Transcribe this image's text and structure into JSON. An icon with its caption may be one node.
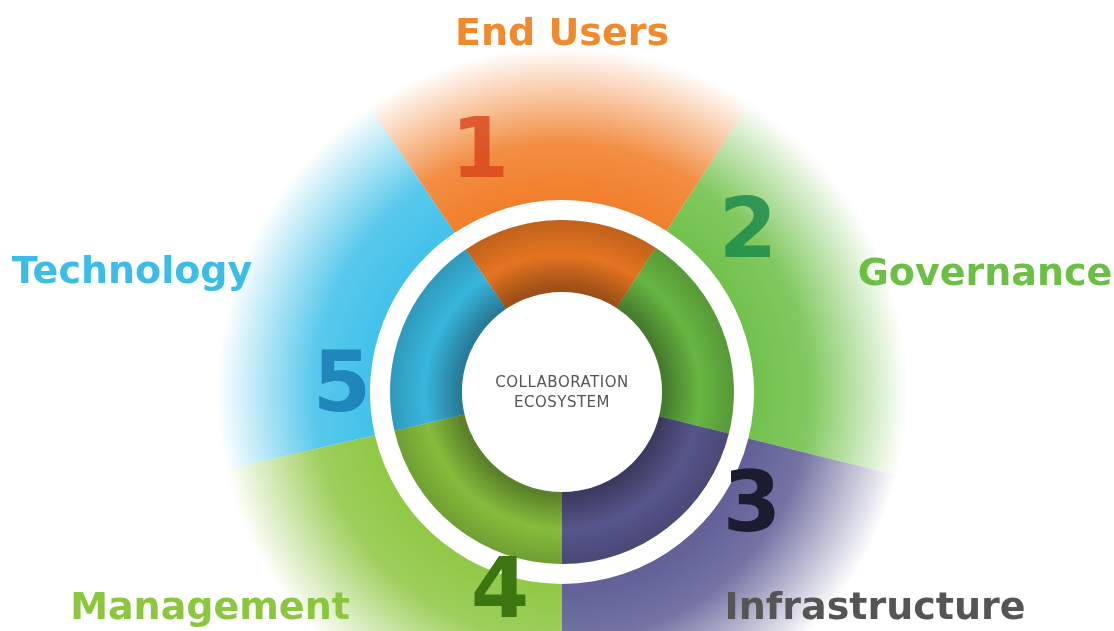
{
  "diagram": {
    "nodes": [
      {
        "text": [
          "COLLABORATION ECOSYSTEM"
        ]
      },
      {
        "text": [
          "End Users",
          "1"
        ]
      },
      {
        "text": [
          "2",
          "Governance"
        ]
      },
      {
        "text": [
          "3",
          "Infrastructure"
        ]
      },
      {
        "text": [
          "Management",
          "4"
        ]
      },
      {
        "text": [
          "Technology",
          "5"
        ]
      }
    ],
    "edges": []
  }
}
